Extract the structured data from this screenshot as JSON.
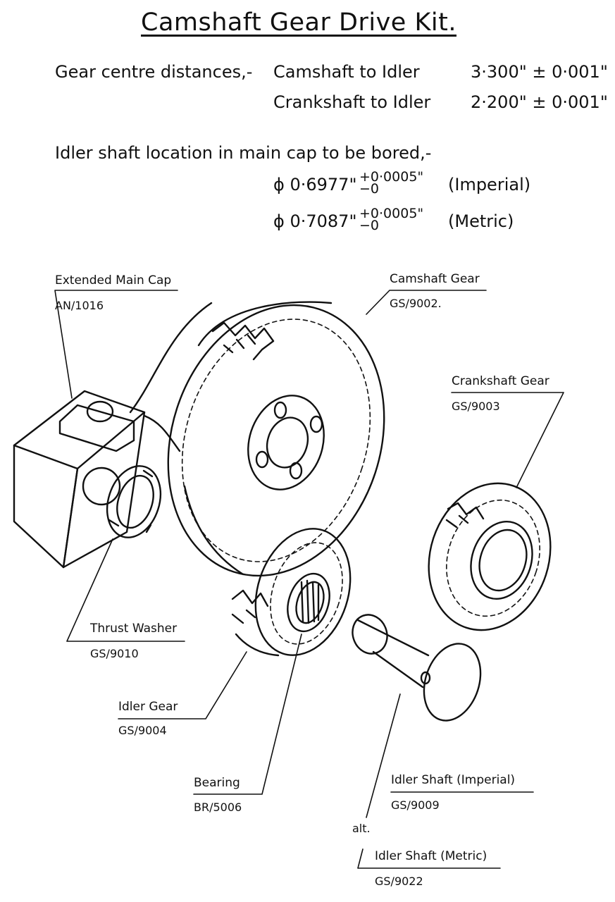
{
  "title": "Camshaft Gear Drive Kit.",
  "specs": {
    "centre_label": "Gear centre distances,-",
    "cam_label": "Camshaft to Idler",
    "cam_value": "3·300\" ± 0·001\"",
    "crank_label": "Crankshaft to Idler",
    "crank_value": "2·200\" ± 0·001\"",
    "bore_label": "Idler shaft location in main cap to be bored,-",
    "bore_imperial": {
      "dia": "ϕ 0·6977\"",
      "tol_plus": "+0·0005\"",
      "tol_minus": "−0",
      "unit": "(Imperial)"
    },
    "bore_metric": {
      "dia": "ϕ 0·7087\"",
      "tol_plus": "+0·0005\"",
      "tol_minus": "−0",
      "unit": "(Metric)"
    }
  },
  "parts": {
    "main_cap": {
      "name": "Extended Main Cap",
      "code": "AN/1016"
    },
    "camshaft_gear": {
      "name": "Camshaft Gear",
      "code": "GS/9002."
    },
    "crankshaft_gear": {
      "name": "Crankshaft Gear",
      "code": "GS/9003"
    },
    "thrust_washer": {
      "name": "Thrust Washer",
      "code": "GS/9010"
    },
    "idler_gear": {
      "name": "Idler Gear",
      "code": "GS/9004"
    },
    "bearing": {
      "name": "Bearing",
      "code": "BR/5006"
    },
    "idler_shaft_imperial": {
      "name": "Idler Shaft (Imperial)",
      "code": "GS/9009"
    },
    "alt": "alt.",
    "idler_shaft_metric": {
      "name": "Idler Shaft (Metric)",
      "code": "GS/9022"
    }
  },
  "colors": {
    "ink": "#111111",
    "paper": "#ffffff"
  }
}
